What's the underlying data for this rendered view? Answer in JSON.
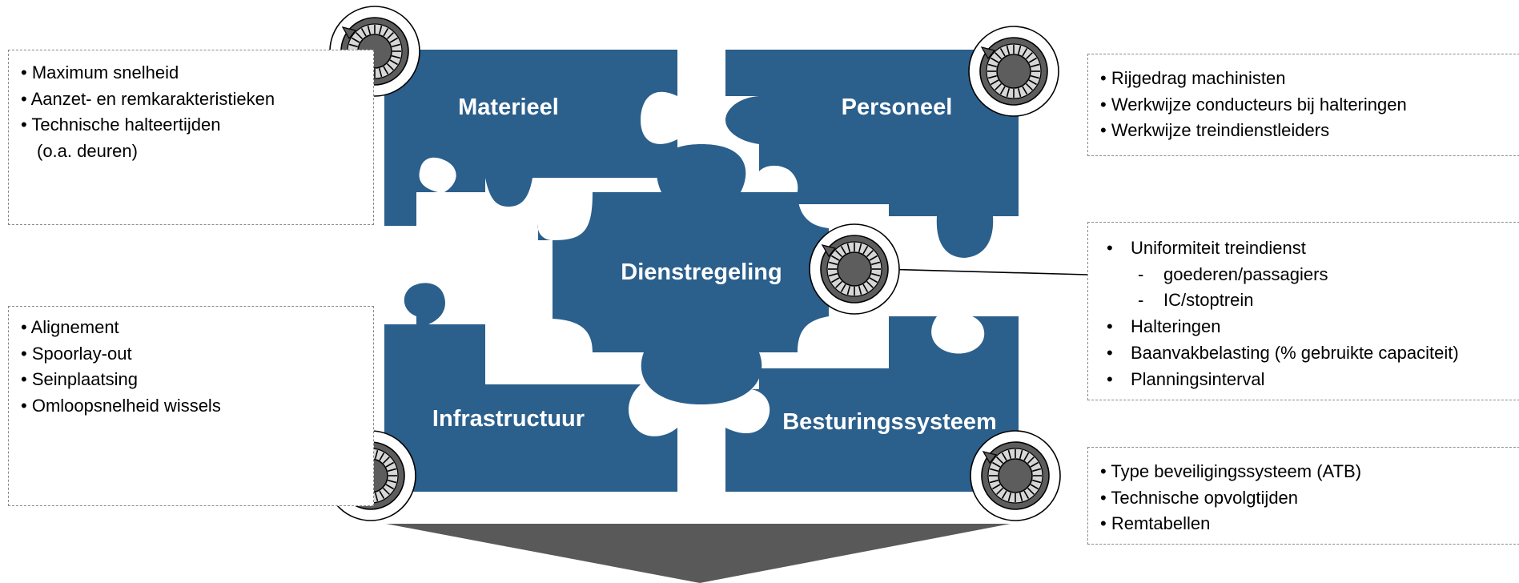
{
  "colors": {
    "puzzle_fill": "#2b5f8c",
    "puzzle_text": "#ffffff",
    "arrow_fill": "#595959",
    "box_border": "#8a8a8a",
    "knob_dark": "#5d5d5d",
    "knob_ring": "#d6d6d6"
  },
  "icons": {
    "knob": "dial-knob-icon"
  },
  "pieces": {
    "materieel": "Materieel",
    "personeel": "Personeel",
    "dienstregeling": "Dienstregeling",
    "infrastructuur": "Infrastructuur",
    "besturingssysteem": "Besturingssysteem"
  },
  "boxes": {
    "materieel": [
      {
        "bullet": "•",
        "text": "Maximum snelheid"
      },
      {
        "bullet": "•",
        "text": "Aanzet-  en remkarakteristieken"
      },
      {
        "bullet": "•",
        "text": "Technische halteertijden"
      },
      {
        "bullet": "",
        "text": "(o.a. deuren)"
      }
    ],
    "personeel": [
      {
        "bullet": "•",
        "text": "Rijgedrag machinisten"
      },
      {
        "bullet": "•",
        "text": "Werkwijze conducteurs bij halteringen"
      },
      {
        "bullet": "•",
        "text": "Werkwijze treindienstleiders"
      }
    ],
    "infrastructuur": [
      {
        "bullet": "•",
        "text": "Alignement"
      },
      {
        "bullet": "•",
        "text": "Spoorlay-out"
      },
      {
        "bullet": "•",
        "text": "Seinplaatsing"
      },
      {
        "bullet": "•",
        "text": "Omloopsnelheid wissels"
      }
    ],
    "dienstregeling": [
      {
        "bullet": "•",
        "text": "Uniformiteit treindienst",
        "sub": false
      },
      {
        "bullet": "-",
        "text": "goederen/passagiers",
        "sub": true
      },
      {
        "bullet": "-",
        "text": "IC/stoptrein",
        "sub": true
      },
      {
        "bullet": "•",
        "text": "Halteringen",
        "sub": false
      },
      {
        "bullet": "•",
        "text": "Baanvakbelasting (% gebruikte capaciteit)",
        "sub": false
      },
      {
        "bullet": "•",
        "text": "Planningsinterval",
        "sub": false
      }
    ],
    "besturingssysteem": [
      {
        "bullet": "•",
        "text": "Type beveiligingssysteem (ATB)"
      },
      {
        "bullet": "•",
        "text": "Technische opvolgtijden"
      },
      {
        "bullet": "•",
        "text": "Remtabellen"
      }
    ]
  }
}
